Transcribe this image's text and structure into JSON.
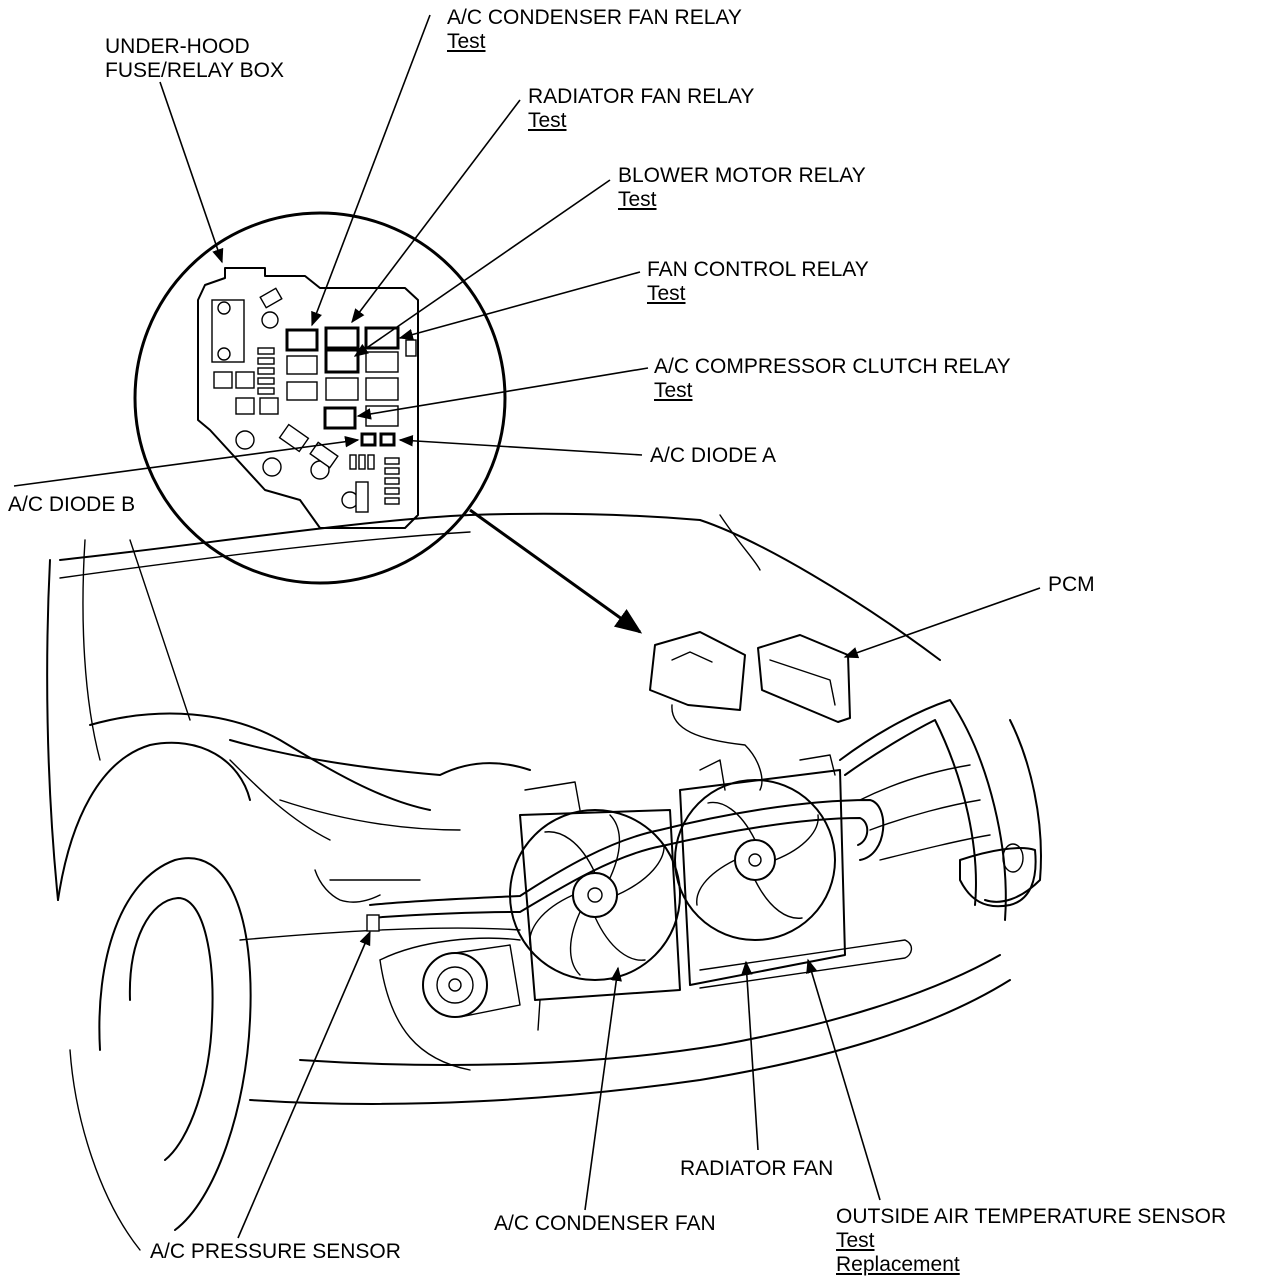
{
  "labels": {
    "under_hood_box": {
      "line1": "UNDER-HOOD",
      "line2": "FUSE/RELAY BOX"
    },
    "ac_condenser_fan_relay": {
      "title": "A/C CONDENSER FAN RELAY",
      "link": "Test"
    },
    "radiator_fan_relay": {
      "title": "RADIATOR FAN RELAY",
      "link": "Test"
    },
    "blower_motor_relay": {
      "title": "BLOWER MOTOR RELAY",
      "link": "Test"
    },
    "fan_control_relay": {
      "title": "FAN CONTROL RELAY",
      "link": "Test"
    },
    "ac_compressor_clutch_relay": {
      "title": "A/C COMPRESSOR CLUTCH RELAY",
      "link": "Test"
    },
    "ac_diode_a": {
      "title": "A/C DIODE A"
    },
    "ac_diode_b": {
      "title": "A/C DIODE B"
    },
    "pcm": {
      "title": "PCM"
    },
    "radiator_fan": {
      "title": "RADIATOR FAN"
    },
    "ac_condenser_fan": {
      "title": "A/C CONDENSER FAN"
    },
    "ac_pressure_sensor": {
      "title": "A/C PRESSURE SENSOR"
    },
    "outside_air_temp_sensor": {
      "title": "OUTSIDE AIR TEMPERATURE SENSOR",
      "link1": "Test",
      "link2": "Replacement"
    }
  },
  "colors": {
    "ink": "#000000",
    "paper": "#ffffff"
  }
}
